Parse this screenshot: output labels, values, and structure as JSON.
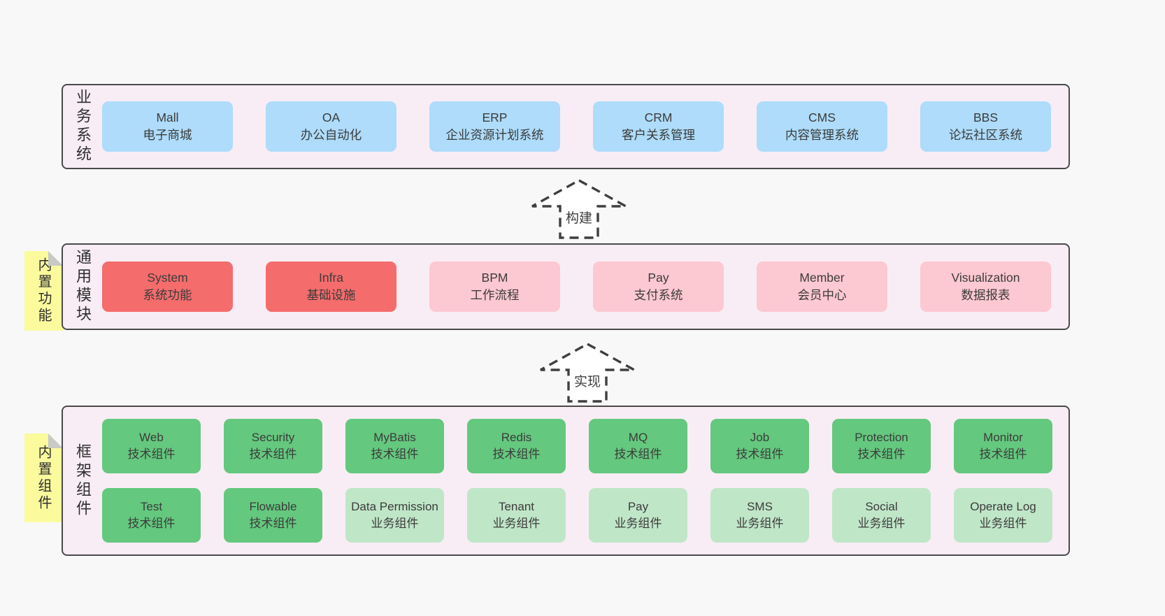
{
  "colors": {
    "page_bg": "#f8f8f8",
    "container_bg": "#f8edf5",
    "container_border": "#4a4a4a",
    "blue": "#aedcfa",
    "red": "#f56c6c",
    "pink": "#fcc8d1",
    "green": "#64c87e",
    "lightgreen": "#c0e6c8",
    "tab_bg": "#fbfb9e",
    "tab_fold": "#c9c9c9",
    "text": "#3b3b3b",
    "arrow_stroke": "#3f3f3f"
  },
  "arrows": [
    {
      "label": "构建"
    },
    {
      "label": "实现"
    }
  ],
  "layers": [
    {
      "label": "业务系统",
      "tab": null,
      "rows": [
        [
          {
            "title": "Mall",
            "subtitle": "电子商城",
            "variant": "blue"
          },
          {
            "title": "OA",
            "subtitle": "办公自动化",
            "variant": "blue"
          },
          {
            "title": "ERP",
            "subtitle": "企业资源计划系统",
            "variant": "blue"
          },
          {
            "title": "CRM",
            "subtitle": "客户关系管理",
            "variant": "blue"
          },
          {
            "title": "CMS",
            "subtitle": "内容管理系统",
            "variant": "blue"
          },
          {
            "title": "BBS",
            "subtitle": "论坛社区系统",
            "variant": "blue"
          }
        ]
      ]
    },
    {
      "label": "通用模块",
      "tab": "内置功能",
      "rows": [
        [
          {
            "title": "System",
            "subtitle": "系统功能",
            "variant": "red"
          },
          {
            "title": "Infra",
            "subtitle": "基础设施",
            "variant": "red"
          },
          {
            "title": "BPM",
            "subtitle": "工作流程",
            "variant": "pink"
          },
          {
            "title": "Pay",
            "subtitle": "支付系统",
            "variant": "pink"
          },
          {
            "title": "Member",
            "subtitle": "会员中心",
            "variant": "pink"
          },
          {
            "title": "Visualization",
            "subtitle": "数据报表",
            "variant": "pink"
          }
        ]
      ]
    },
    {
      "label": "框架组件",
      "tab": "内置组件",
      "rows": [
        [
          {
            "title": "Web",
            "subtitle": "技术组件",
            "variant": "green"
          },
          {
            "title": "Security",
            "subtitle": "技术组件",
            "variant": "green"
          },
          {
            "title": "MyBatis",
            "subtitle": "技术组件",
            "variant": "green"
          },
          {
            "title": "Redis",
            "subtitle": "技术组件",
            "variant": "green"
          },
          {
            "title": "MQ",
            "subtitle": "技术组件",
            "variant": "green"
          },
          {
            "title": "Job",
            "subtitle": "技术组件",
            "variant": "green"
          },
          {
            "title": "Protection",
            "subtitle": "技术组件",
            "variant": "green"
          },
          {
            "title": "Monitor",
            "subtitle": "技术组件",
            "variant": "green"
          }
        ],
        [
          {
            "title": "Test",
            "subtitle": "技术组件",
            "variant": "green"
          },
          {
            "title": "Flowable",
            "subtitle": "技术组件",
            "variant": "green"
          },
          {
            "title": "Data Permission",
            "subtitle": "业务组件",
            "variant": "lightgreen"
          },
          {
            "title": "Tenant",
            "subtitle": "业务组件",
            "variant": "lightgreen"
          },
          {
            "title": "Pay",
            "subtitle": "业务组件",
            "variant": "lightgreen"
          },
          {
            "title": "SMS",
            "subtitle": "业务组件",
            "variant": "lightgreen"
          },
          {
            "title": "Social",
            "subtitle": "业务组件",
            "variant": "lightgreen"
          },
          {
            "title": "Operate Log",
            "subtitle": "业务组件",
            "variant": "lightgreen"
          }
        ]
      ]
    }
  ]
}
